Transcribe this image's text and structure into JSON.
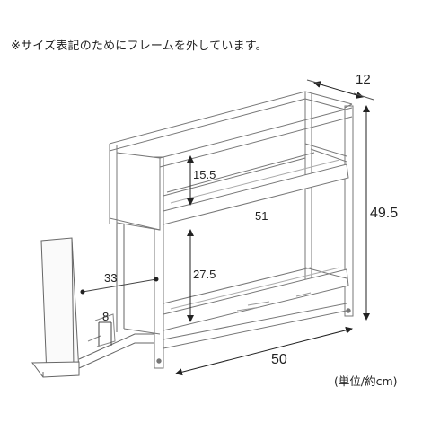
{
  "note": "※サイズ表記のためにフレームを外しています。",
  "unit_label": "(単位/約cm)",
  "dimensions": {
    "depth": "12",
    "total_height": "49.5",
    "upper_shelf_height": "15.5",
    "upper_width": "51",
    "lower_shelf_height": "27.5",
    "frame_depth": "33",
    "frame_height": "8",
    "base_width": "50"
  }
}
